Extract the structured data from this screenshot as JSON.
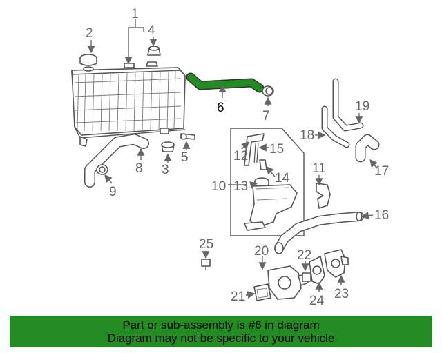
{
  "diagram": {
    "highlight_color": "#228b22",
    "labels": {
      "l1": "1",
      "l2": "2",
      "l3": "3",
      "l4": "4",
      "l5": "5",
      "l6": "6",
      "l7": "7",
      "l8": "8",
      "l9": "9",
      "l10": "10",
      "l11": "11",
      "l12": "12",
      "l13": "13",
      "l14": "14",
      "l15": "15",
      "l16": "16",
      "l17": "17",
      "l18": "18",
      "l19": "19",
      "l20": "20",
      "l21": "21",
      "l22": "22",
      "l23": "23",
      "l24": "24",
      "l25": "25"
    }
  },
  "footer": {
    "background": "#228b22",
    "line1": "Part or sub-assembly is #6 in diagram",
    "line2": "Diagram may not be specific to your vehicle"
  }
}
